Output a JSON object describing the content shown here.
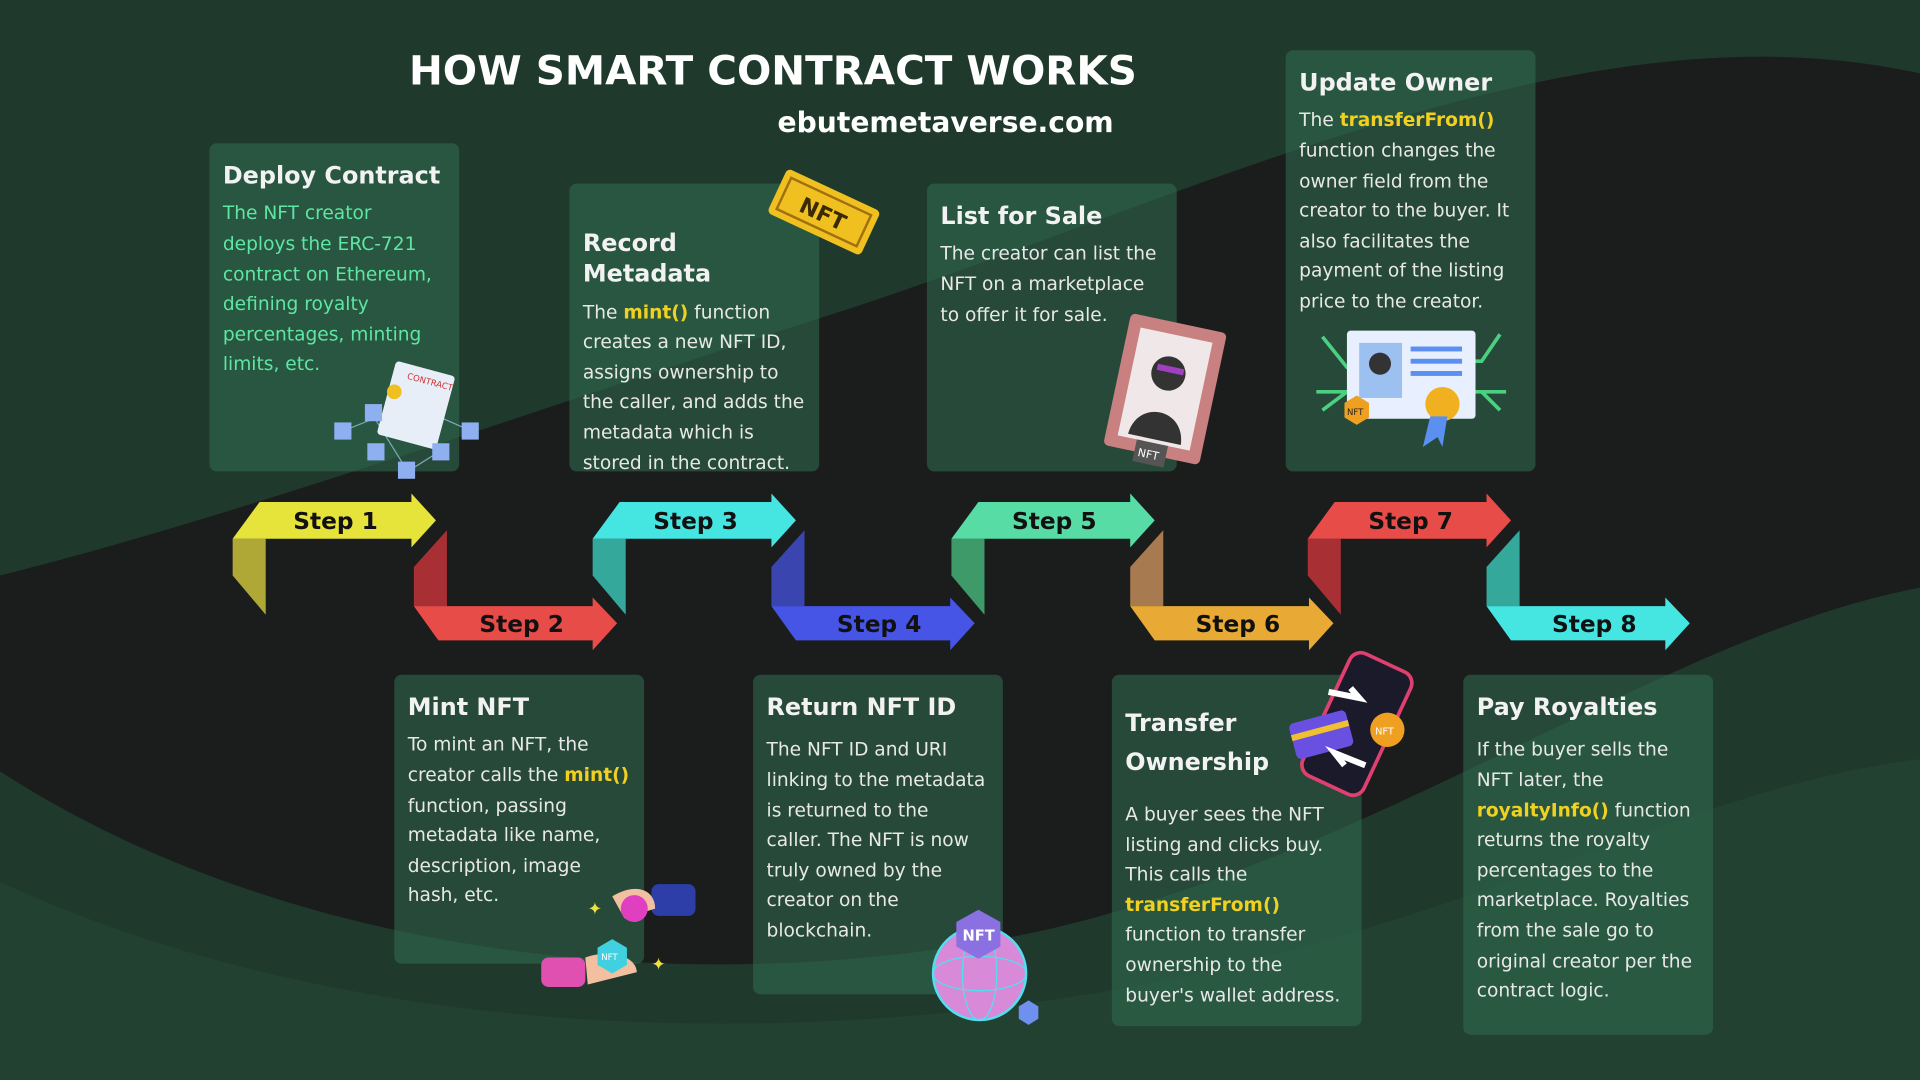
{
  "header": {
    "title": "HOW SMART CONTRACT WORKS",
    "subtitle": "ebutemetaverse.com"
  },
  "steps": [
    {
      "label": "Step 1",
      "color": "#e6e33b",
      "shade": "#b0a836"
    },
    {
      "label": "Step 2",
      "color": "#e84c48",
      "shade": "#a83034"
    },
    {
      "label": "Step 3",
      "color": "#45e5e2",
      "shade": "#35a89c"
    },
    {
      "label": "Step 4",
      "color": "#4655e6",
      "shade": "#3a45b0"
    },
    {
      "label": "Step 5",
      "color": "#58dca5",
      "shade": "#3f9a6a"
    },
    {
      "label": "Step 6",
      "color": "#e8aa35",
      "shade": "#a87a50"
    },
    {
      "label": "Step 7",
      "color": "#e84c48",
      "shade": "#a83034"
    },
    {
      "label": "Step 8",
      "color": "#45e5e2",
      "shade": "#35a89c"
    }
  ],
  "cards": {
    "deploy": {
      "title": "Deploy Contract",
      "body": "The NFT creator deploys the ERC-721 contract on Ethereum, defining royalty percentages, minting limits, etc."
    },
    "mint": {
      "title": "Mint NFT",
      "pre": "To mint an NFT, the creator calls the ",
      "code": "mint()",
      "post": " function, passing metadata like name, description, image hash, etc."
    },
    "record": {
      "title": "Record Metadata",
      "pre": "The ",
      "code": "mint()",
      "post": " function creates a new NFT ID, assigns ownership to the caller, and adds the metadata which is stored in the contract."
    },
    "return": {
      "title": "Return NFT ID",
      "body": "The NFT ID and URI linking to the metadata is returned to the caller. The NFT is now truly owned by the creator on the blockchain."
    },
    "list": {
      "title": "List for Sale",
      "body": "The creator can list the NFT on a marketplace to offer it for sale."
    },
    "transfer": {
      "title": "Transfer Ownership",
      "pre": "A buyer sees the NFT listing and clicks buy. This calls the ",
      "code": "transferFrom()",
      "post": " function to transfer ownership to the buyer's wallet address."
    },
    "update": {
      "title": "Update Owner",
      "pre": "The ",
      "code": "transferFrom()",
      "post": " function changes the owner field from the creator to the buyer. It also facilitates the payment of the listing price to the creator."
    },
    "pay": {
      "title": "Pay Royalties",
      "pre": "If the buyer sells the NFT later, the ",
      "code": "royaltyInfo()",
      "post": " function returns the royalty percentages to the marketplace. Royalties from the sale go to original creator per the contract logic."
    }
  },
  "badges": {
    "nft": "NFT",
    "contract": "CONTRACT"
  },
  "colors": {
    "background": "#1b1d1d",
    "wave": "#1f3a2d",
    "highlight": "#f0d020",
    "deploy_text": "#5ee6a4"
  }
}
